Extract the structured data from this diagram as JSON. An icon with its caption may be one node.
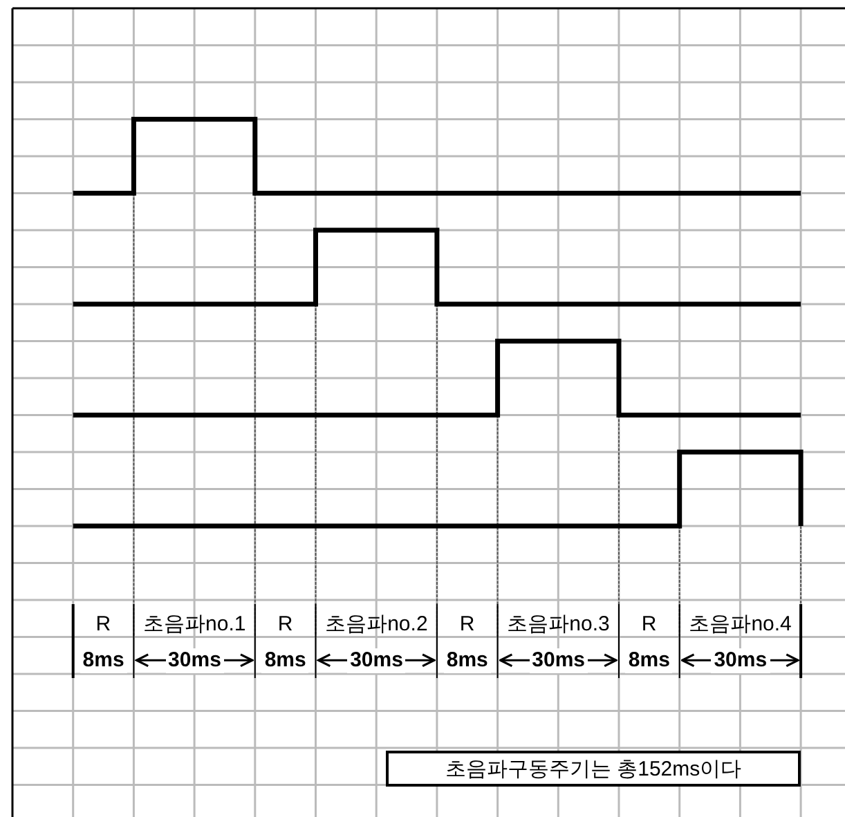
{
  "diagram": {
    "nodes": [
      {
        "text": [
          "초음파구동주기는 총152ms이다"
        ]
      }
    ],
    "edges": [],
    "labels": [
      "R",
      "초음파no.1",
      "R",
      "초음파no.2",
      "R",
      "초음파no.3",
      "R",
      "초음파no.4",
      "8ms",
      "30ms",
      "8ms",
      "30ms",
      "8ms",
      "30ms",
      "8ms",
      "30ms"
    ]
  }
}
